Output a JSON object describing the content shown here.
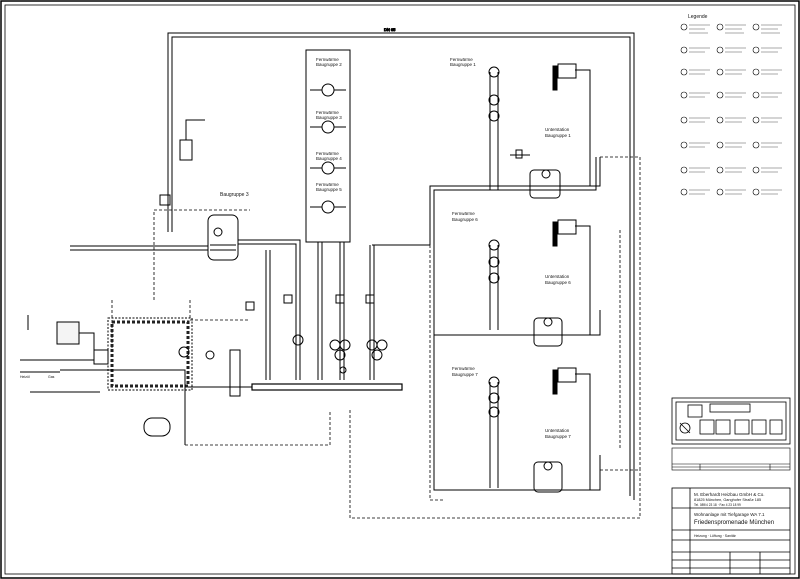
{
  "labels": {
    "fw_bg2": [
      "Fernwärme",
      "Baugruppe 2"
    ],
    "fw_bg3": [
      "Fernwärme",
      "Baugruppe 3"
    ],
    "fw_bg4": [
      "Fernwärme",
      "Baugruppe 4"
    ],
    "fw_bg5": [
      "Fernwärme",
      "Baugruppe 5"
    ],
    "fw_bg1": [
      "Fernwärme",
      "Baugruppe 1"
    ],
    "fw_bg6": [
      "Fernwärme",
      "Baugruppe 6"
    ],
    "fw_bg7": [
      "Fernwärme",
      "Baugruppe 7"
    ],
    "ust_bg1": [
      "Unterstation",
      "Baugruppe 1"
    ],
    "ust_bg6": [
      "Unterstation",
      "Baugruppe 6"
    ],
    "ust_bg7": [
      "Unterstation",
      "Baugruppe 7"
    ],
    "bg3": "Baugruppe 3"
  },
  "legend": {
    "title": "Legende"
  },
  "title_block": {
    "company_line1": "M. Eberhardt Heizbau GmbH & Co.",
    "company_line2": "81825 München, Ganghofer Straße 185",
    "company_line3": "Tel. 089/4 23 18 · Fax 4 23 18 99",
    "project_line1": "Wohnanlage mit Tiefgarage WA 7.1",
    "project_line2": "Friedenspromenade München",
    "project_line3": "Heizung · Lüftung · Sanitär"
  }
}
